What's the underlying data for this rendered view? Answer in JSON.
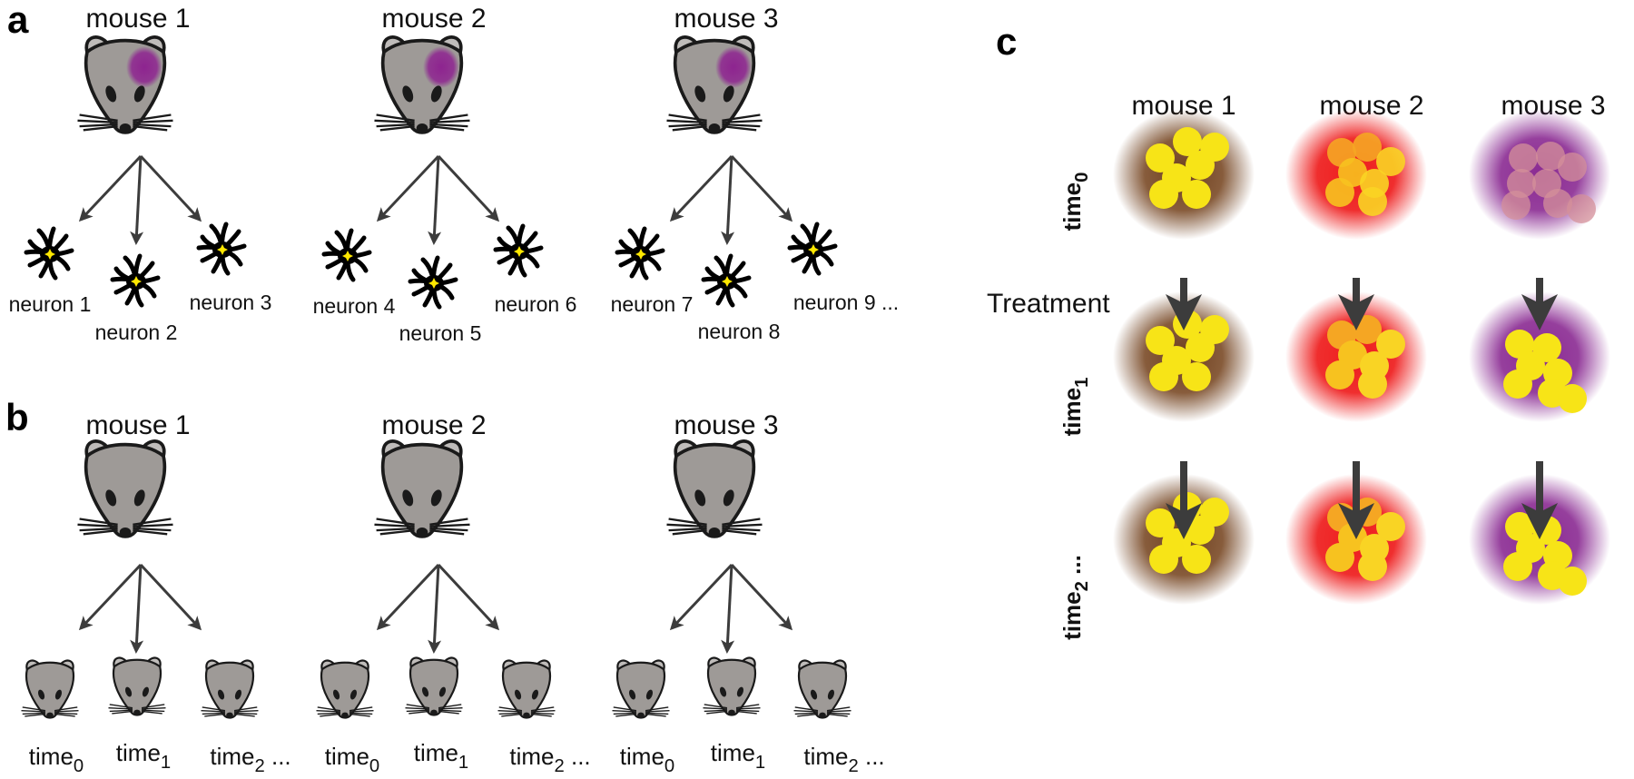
{
  "panel_a": {
    "label": "a",
    "mice": [
      {
        "name": "mouse 1",
        "neurons": [
          "neuron 1",
          "neuron 2",
          "neuron 3"
        ]
      },
      {
        "name": "mouse 2",
        "neurons": [
          "neuron 4",
          "neuron 5",
          "neuron 6"
        ]
      },
      {
        "name": "mouse 3",
        "neurons": [
          "neuron 7",
          "neuron 8",
          "neuron 9 ..."
        ]
      }
    ]
  },
  "panel_b": {
    "label": "b",
    "mice": [
      {
        "name": "mouse 1"
      },
      {
        "name": "mouse 2"
      },
      {
        "name": "mouse 3"
      }
    ],
    "timepoints": [
      {
        "base": "time",
        "sub": "0",
        "suffix": ""
      },
      {
        "base": "time",
        "sub": "1",
        "suffix": ""
      },
      {
        "base": "time",
        "sub": "2",
        "suffix": " ..."
      }
    ]
  },
  "panel_c": {
    "label": "c",
    "mice": [
      "mouse 1",
      "mouse 2",
      "mouse 3"
    ],
    "treatment_label": "Treatment",
    "rows": [
      {
        "base": "time",
        "sub": "0",
        "suffix": ""
      },
      {
        "base": "time",
        "sub": "1",
        "suffix": ""
      },
      {
        "base": "time",
        "sub": "2",
        "suffix": " ..."
      }
    ]
  },
  "colors": {
    "mouse_fill": "#9e9a97",
    "mouse_ear": "#bfbcba",
    "outline": "#1a1a1a",
    "brain_spot": "#8e2490",
    "arrow": "#3c3c3c",
    "neuron_core": "#ffe800",
    "cell_yellow": "#f7e417",
    "mouse1_tissue": "#6e3f1e",
    "mouse2_tissue": "#ee1c1c",
    "mouse3_tissue": "#8a2a92"
  }
}
